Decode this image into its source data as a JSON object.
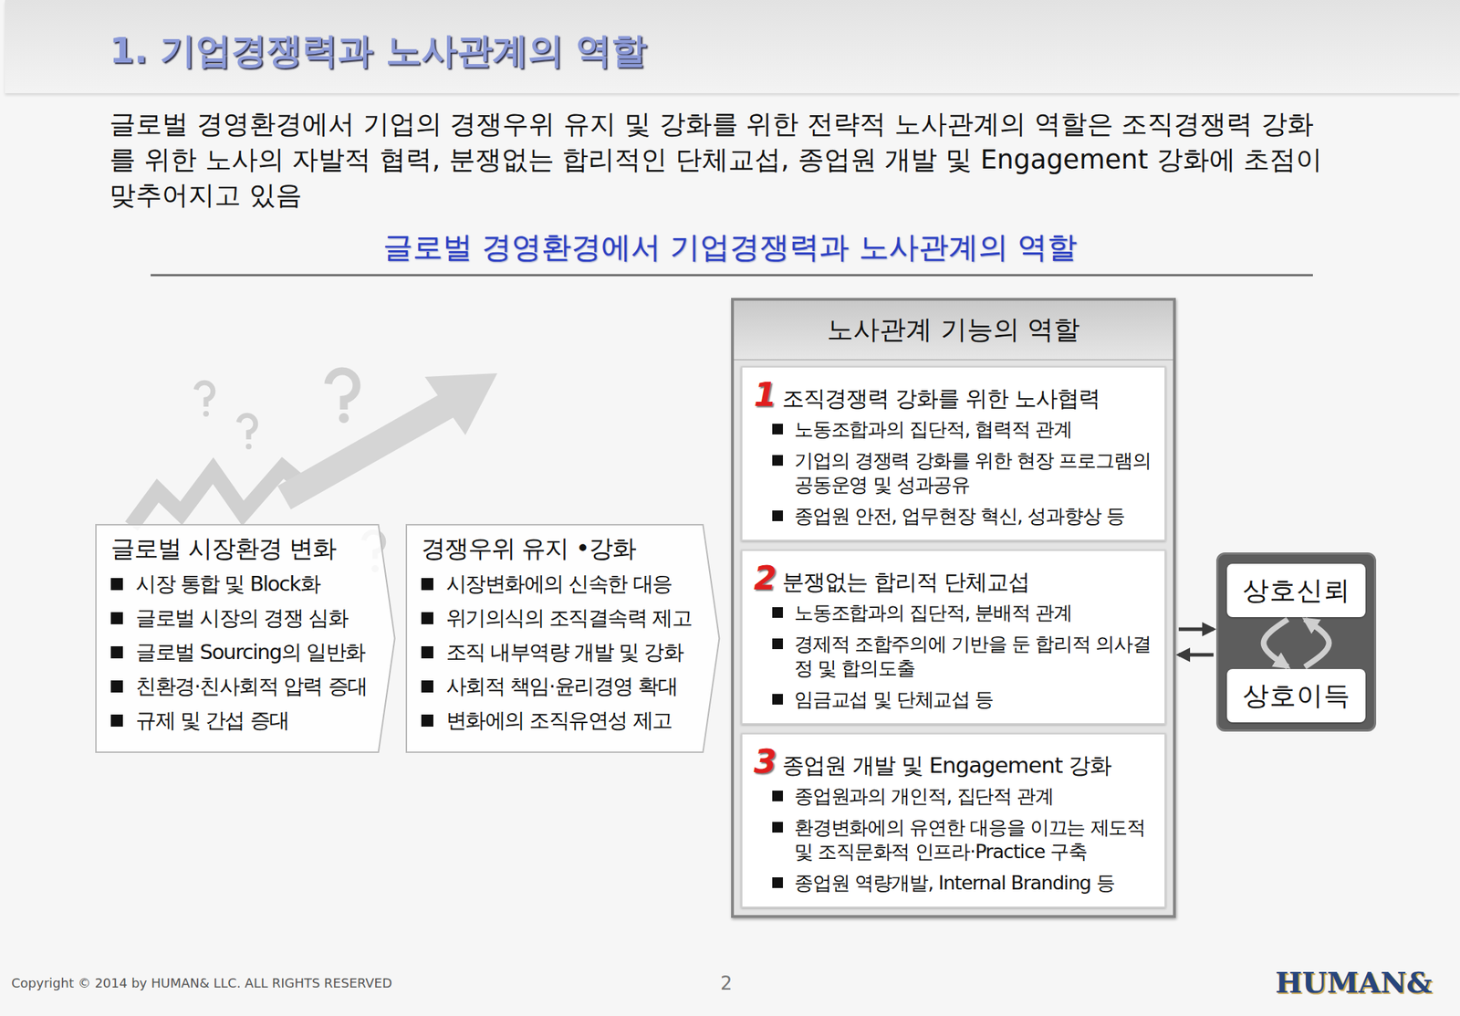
{
  "diagram": {
    "title": "1. 기업경쟁력과 노사관계의 역할",
    "nodes": [
      {
        "text": [
          "글로벌 시장환경 변화",
          "시장 통합 및 Block화",
          "글로벌 시장의 경쟁 심화",
          "글로벌 Sourcing의 일반화",
          "친환경·친사회적 압력 증대",
          "규제 및 간섭 증대"
        ]
      },
      {
        "text": [
          "경쟁우위 유지 •강화",
          "시장변화에의 신속한 대응",
          "위기의식의 조직결속력 제고",
          "조직 내부역량 개발 및 강화",
          "사회적 책임·윤리경영 확대",
          "변화에의 조직유연성 제고"
        ]
      },
      {
        "text": [
          "노사관계 기능의 역할"
        ]
      },
      {
        "text": [
          "1",
          "조직경쟁력 강화를 위한 노사협력",
          "노동조합과의 집단적, 협력적 관계",
          "기업의 경쟁력 강화를 위한 현장 프로그램의 공동운영 및 성과공유",
          "종업원 안전, 업무현장 혁신, 성과향상 등"
        ],
        "in": 2
      },
      {
        "text": [
          "2",
          "분쟁없는 합리적 단체교섭",
          "노동조합과의 집단적, 분배적 관계",
          "경제적 조합주의에 기반을 둔 합리적 의사결정 및 합의도출",
          "임금교섭 및 단체교섭 등"
        ],
        "in": 2
      },
      {
        "text": [
          "3",
          "종업원 개발 및 Engagement 강화",
          "종업원과의 개인적, 집단적 관계",
          "환경변화에의 유연한 대응을 이끄는 제도적 및 조직문화적 인프라·Practice 구축",
          "종업원 역량개발, Internal Branding 등"
        ],
        "in": 2
      },
      {
        "text": [
          "상호신뢰"
        ]
      },
      {
        "text": [
          "상호이득"
        ]
      }
    ],
    "edges": [
      {
        "from": 2,
        "to": 6,
        "arrow": "both"
      },
      {
        "from": 6,
        "to": 7,
        "arrow": "both"
      }
    ],
    "labels": [
      "글로벌 경영환경에서 기업의 경쟁우위 유지 및 강화를 위한 전략적 노사관계의 역할은 조직경쟁력 강화를 위한 노사의 자발적 협력, 분쟁없는 합리적인 단체교섭, 종업원 개발 및 Engagement 강화에 초점이 맞추어지고 있음",
      "글로벌 경영환경에서 기업경쟁력과 노사관계의 역할",
      "Copyright © 2014 by HUMAN& LLC. ALL RIGHTS RESERVED",
      "2",
      "HUMAN&"
    ]
  }
}
